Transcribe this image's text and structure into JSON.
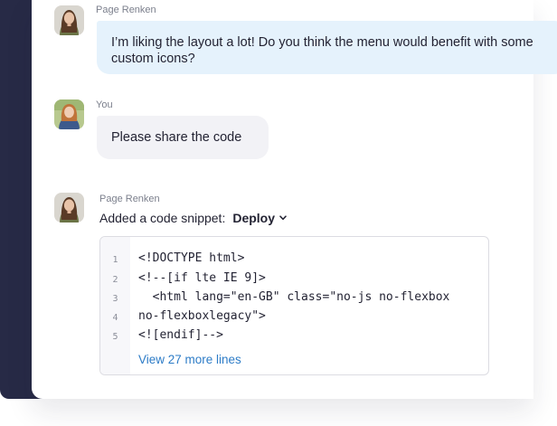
{
  "colors": {
    "rail": "#272a46",
    "bubble_blue": "#e5f2fc",
    "bubble_grey": "#f2f2f6",
    "link": "#2d7cc7"
  },
  "messages": [
    {
      "sender": "Page Renken",
      "text_line1": "I’m liking the layout a lot! Do you think the menu would benefit with some",
      "text_line2": "custom icons?"
    },
    {
      "sender": "You",
      "text": "Please share the code"
    },
    {
      "sender": "Page Renken",
      "caption": "Added a code snippet:",
      "snippet_name": "Deploy",
      "code": {
        "line_numbers": [
          "1",
          "2",
          "3",
          "4",
          "5"
        ],
        "lines": [
          "<!DOCTYPE html>",
          "<!--[if lte IE 9]>",
          "  <html lang=\"en-GB\" class=\"no-js no-flexbox",
          "no-flexboxlegacy\">",
          "<![endif]-->"
        ],
        "more_link": "View 27 more lines"
      }
    }
  ]
}
